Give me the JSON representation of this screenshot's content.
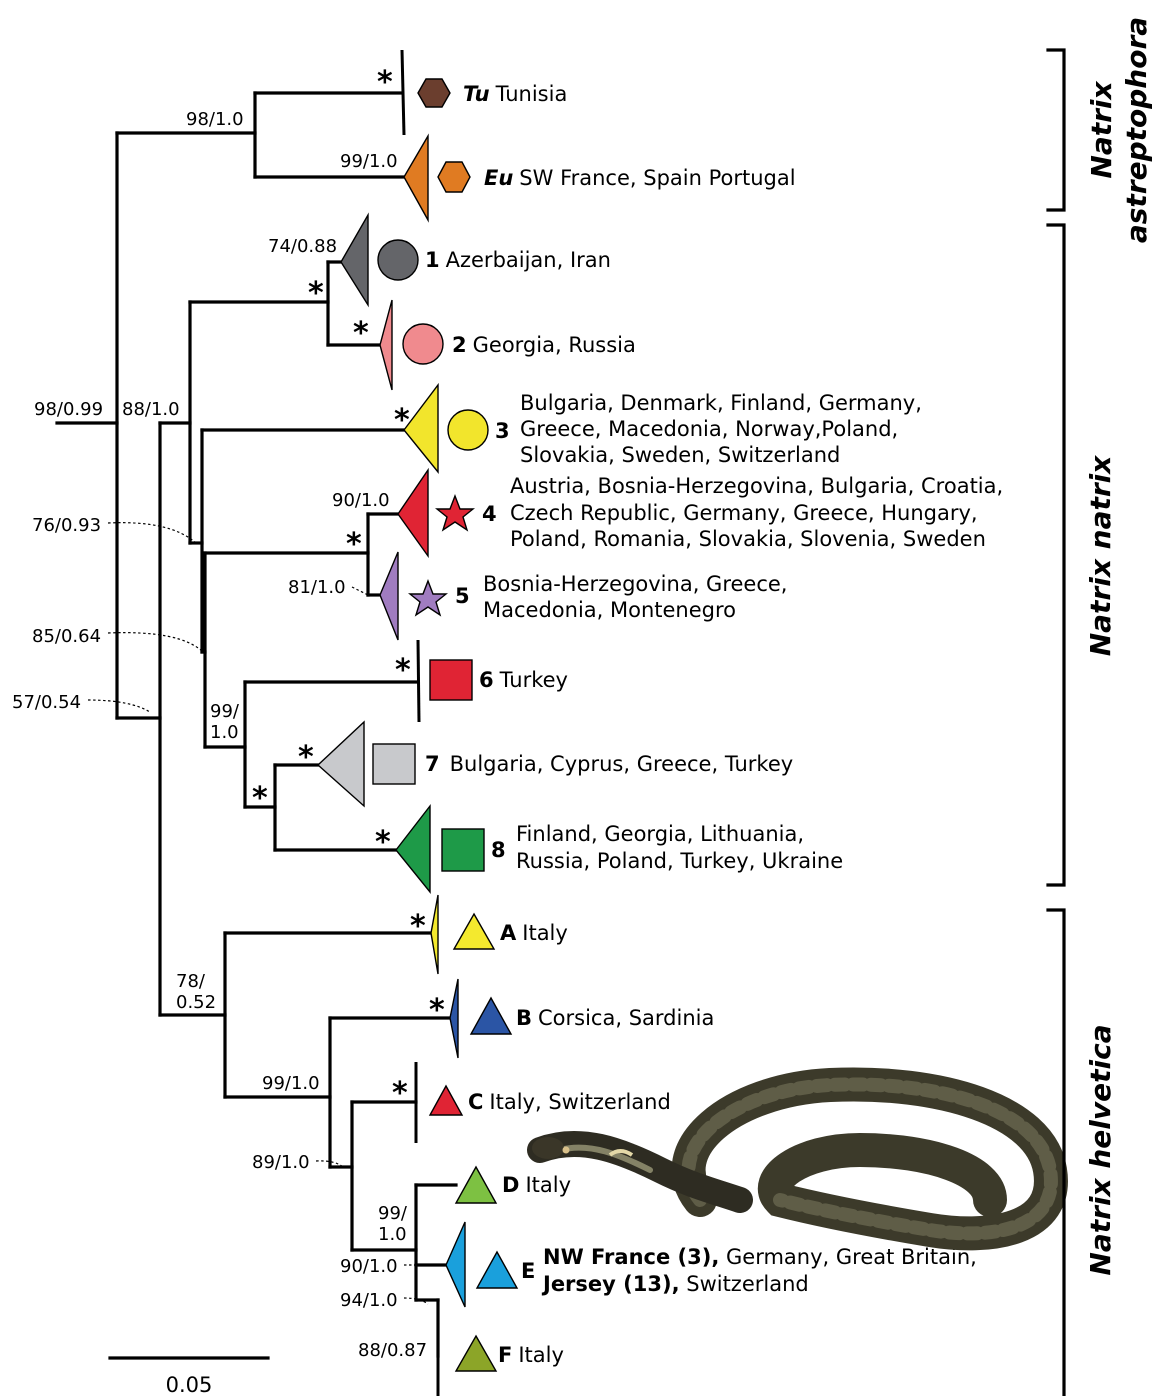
{
  "supports": {
    "root": "98/0.99",
    "astreptophora": "98/1.0",
    "eu": "99/1.0",
    "n88": "88/1.0",
    "c1": "74/0.88",
    "n76": "76/0.93",
    "n85": "85/0.64",
    "n57": "57/0.54",
    "c4": "90/1.0",
    "c5": "81/1.0",
    "n99_top": "99/",
    "n99_bot": "1.0",
    "n78_top": "78/",
    "n78_bot": "0.52",
    "bc": "99/1.0",
    "n89": "89/1.0",
    "de_top": "99/",
    "de_bot": "1.0",
    "e90": "90/1.0",
    "e94": "94/1.0",
    "f88": "88/0.87",
    "star": "*"
  },
  "clades": {
    "tu": {
      "code": "Tu",
      "regions": "Tunisia",
      "color": "#6B3E2E",
      "marker": "hexagon"
    },
    "eu": {
      "code": "Eu",
      "regions": "SW France, Spain Portugal",
      "color": "#E07B22",
      "marker": "hexagon"
    },
    "c1": {
      "code": "1",
      "regions": "Azerbaijan, Iran",
      "color": "#646569",
      "marker": "circle"
    },
    "c2": {
      "code": "2",
      "regions": "Georgia, Russia",
      "color": "#F08A8E",
      "marker": "circle"
    },
    "c3": {
      "code": "3",
      "lines": [
        "Bulgaria, Denmark, Finland, Germany,",
        "Greece, Macedonia, Norway,Poland,",
        "Slovakia, Sweden, Switzerland"
      ],
      "color": "#F2E52C",
      "marker": "circle"
    },
    "c4": {
      "code": "4",
      "lines": [
        "Austria, Bosnia-Herzegovina, Bulgaria, Croatia,",
        "Czech Republic, Germany, Greece, Hungary,",
        "Poland, Romania, Slovakia, Slovenia, Sweden"
      ],
      "color": "#E02434",
      "marker": "star"
    },
    "c5": {
      "code": "5",
      "lines": [
        "Bosnia-Herzegovina, Greece,",
        "Macedonia, Montenegro"
      ],
      "color": "#A07CC0",
      "marker": "star"
    },
    "c6": {
      "code": "6",
      "regions": "Turkey",
      "color": "#E02434",
      "marker": "square"
    },
    "c7": {
      "code": "7",
      "regions": "Bulgaria, Cyprus, Greece, Turkey",
      "color": "#C8C9CC",
      "marker": "square"
    },
    "c8": {
      "code": "8",
      "lines": [
        "Finland, Georgia, Lithuania,",
        "Russia, Poland, Turkey, Ukraine"
      ],
      "color": "#1E9A48",
      "marker": "square"
    },
    "a": {
      "code": "A",
      "regions": "Italy",
      "color": "#F4E92E",
      "marker": "triangle"
    },
    "b": {
      "code": "B",
      "regions": "Corsica, Sardinia",
      "color": "#2B55A5",
      "marker": "triangle"
    },
    "c": {
      "code": "C",
      "regions": "Italy, Switzerland",
      "color": "#E02434",
      "marker": "triangle"
    },
    "d": {
      "code": "D",
      "regions": "Italy",
      "color": "#7DC142",
      "marker": "triangle"
    },
    "e": {
      "code": "E",
      "line1_bold": "NW France (3),",
      "line1_rest": " Germany, Great Britain,",
      "line2_bold": "Jersey (13),",
      "line2_rest": " Switzerland",
      "color": "#1AA0DC",
      "marker": "triangle"
    },
    "f": {
      "code": "F",
      "regions": "Italy",
      "color": "#8CA528",
      "marker": "triangle"
    }
  },
  "species_labels": {
    "astreptophora_1": "Natrix",
    "astreptophora_2": "astreptophora",
    "natrix": "Natrix natrix",
    "helvetica": "Natrix helvetica"
  },
  "scale": {
    "label": "0.05"
  }
}
